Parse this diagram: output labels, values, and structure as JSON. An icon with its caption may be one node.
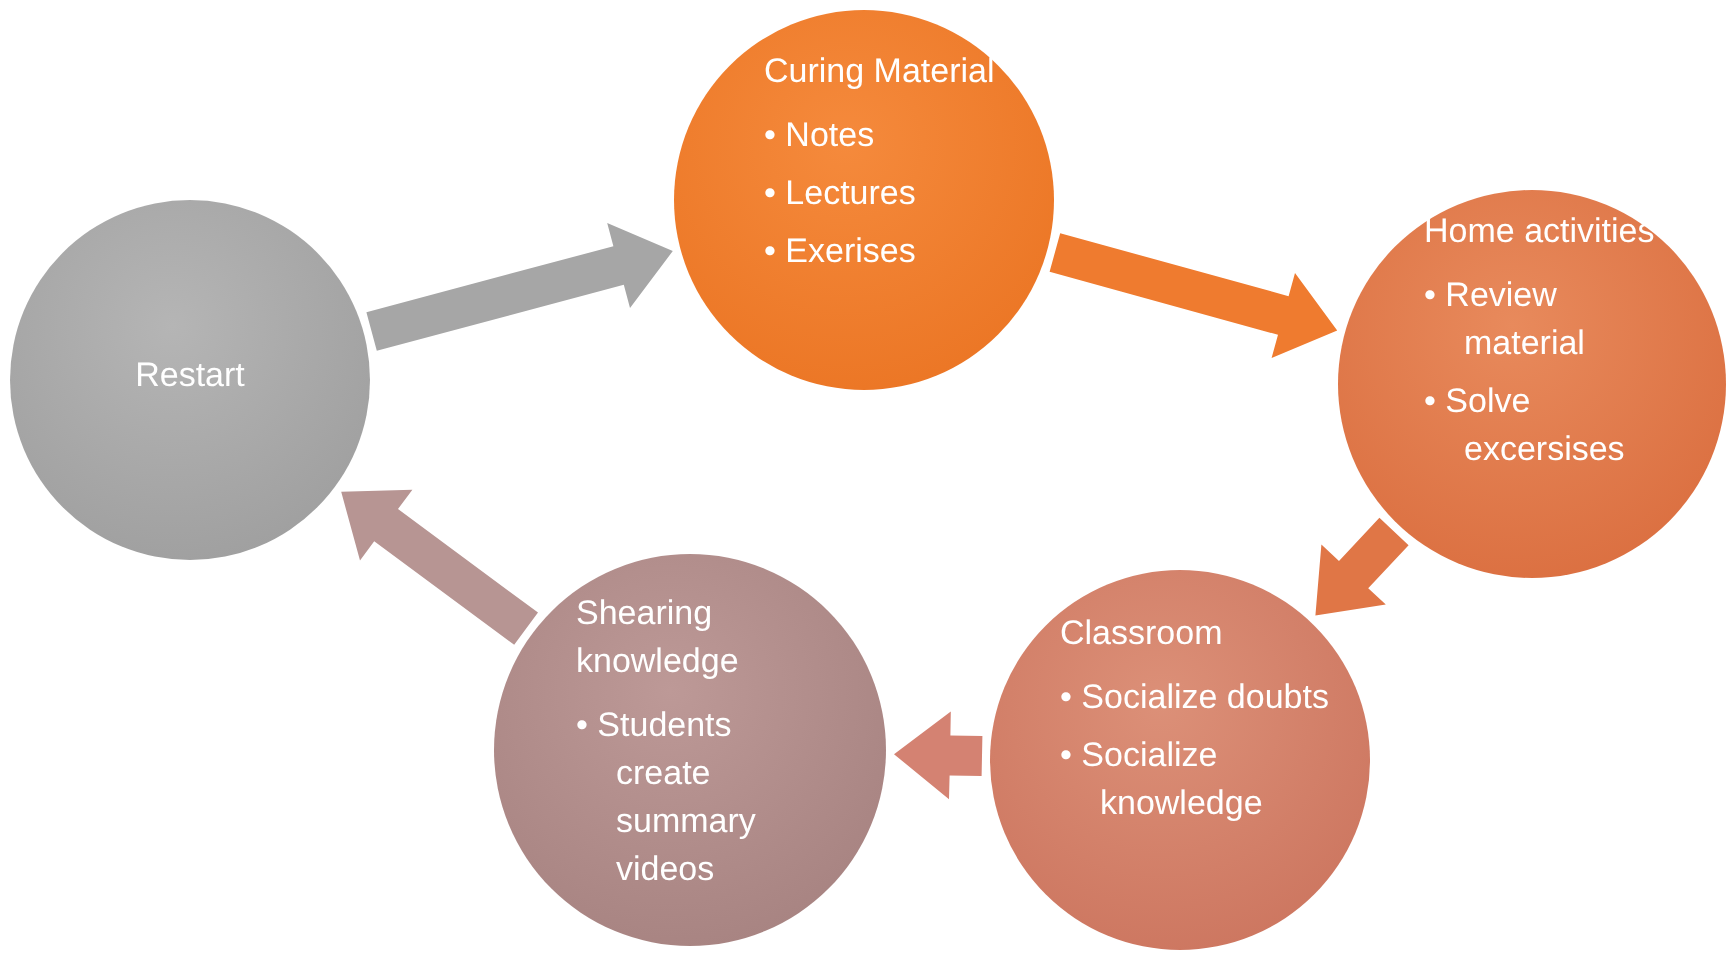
{
  "diagram": {
    "nodes": [
      {
        "text": [
          "Restart"
        ]
      },
      {
        "text": [
          "Curing Material",
          "• Notes",
          "• Lectures",
          "• Exerises"
        ]
      },
      {
        "text": [
          "Home activities",
          "• Review material",
          "• Solve excersises"
        ]
      },
      {
        "text": [
          "Classroom",
          "• Socialize doubts",
          "• Socialize knowledge"
        ]
      },
      {
        "text": [
          "Shearing knowledge",
          "• Students create summary videos"
        ]
      }
    ],
    "edges": [
      {
        "from": 0,
        "to": 1,
        "arrow": "to",
        "style": "thick",
        "color": "#a6a6a6"
      },
      {
        "from": 1,
        "to": 2,
        "arrow": "to",
        "style": "thick",
        "color": "#ef7b2f"
      },
      {
        "from": 2,
        "to": 3,
        "arrow": "to",
        "style": "thick",
        "color": "#e07646"
      },
      {
        "from": 3,
        "to": 4,
        "arrow": "to",
        "style": "thick",
        "color": "#d48272"
      },
      {
        "from": 4,
        "to": 0,
        "arrow": "to",
        "style": "thick",
        "color": "#b79593"
      }
    ]
  }
}
